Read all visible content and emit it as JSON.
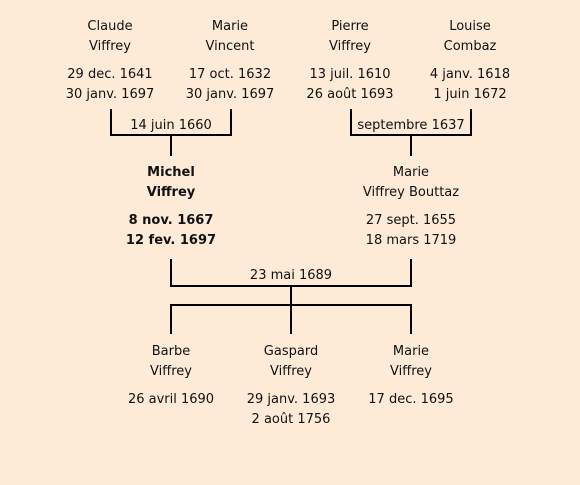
{
  "grandparents": [
    {
      "first": "Claude",
      "last": "Viffrey",
      "birth": "29 dec. 1641",
      "death": "30 janv. 1697"
    },
    {
      "first": "Marie",
      "last": "Vincent",
      "birth": "17 oct. 1632",
      "death": "30 janv. 1697"
    },
    {
      "first": "Pierre",
      "last": "Viffrey",
      "birth": "13 juil. 1610",
      "death": "26 août 1693"
    },
    {
      "first": "Louise",
      "last": "Combaz",
      "birth": "4 janv. 1618",
      "death": "1 juin 1672"
    }
  ],
  "grandparent_marriages": [
    "14 juin 1660",
    "septembre 1637"
  ],
  "parents": [
    {
      "first": "Michel",
      "last": "Viffrey",
      "birth": "8 nov. 1667",
      "death": "12 fev. 1697"
    },
    {
      "first": "Marie",
      "last": "Viffrey Bouttaz",
      "birth": "27 sept. 1655",
      "death": "18 mars 1719"
    }
  ],
  "parent_marriage": "23 mai 1689",
  "children": [
    {
      "first": "Barbe",
      "last": "Viffrey",
      "birth": "26 avril 1690",
      "death": ""
    },
    {
      "first": "Gaspard",
      "last": "Viffrey",
      "birth": "29 janv. 1693",
      "death": "2 août 1756"
    },
    {
      "first": "Marie",
      "last": "Viffrey",
      "birth": "17 dec. 1695",
      "death": ""
    }
  ]
}
